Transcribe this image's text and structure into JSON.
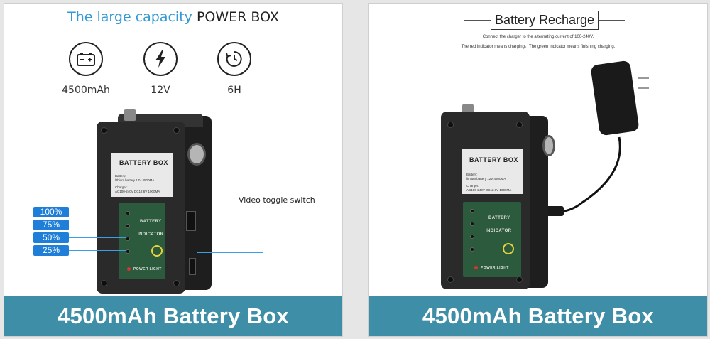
{
  "left_panel": {
    "title_part1": "The large capacity ",
    "title_part2": "POWER BOX",
    "specs": [
      {
        "icon": "battery-icon",
        "label": "4500mAh"
      },
      {
        "icon": "lightning-icon",
        "label": "12V"
      },
      {
        "icon": "timer-icon",
        "label": "6H"
      }
    ],
    "box_label": {
      "title": "BATTERY BOX",
      "battery_line1": "Battery:",
      "battery_line2": "lithium battery 12V 4500MA",
      "charger_line1": "Charger:",
      "charger_line2": "AC100-240V DC12.6V 1000MA",
      "indicator_word1": "BATTERY",
      "indicator_word2": "INDICATOR",
      "power_light": "POWER LIGHT"
    },
    "levels": [
      "100%",
      "75%",
      "50%",
      "25%"
    ],
    "callout": "Video toggle switch",
    "banner": "4500mAh Battery Box"
  },
  "right_panel": {
    "title": "Battery Recharge",
    "line1": "Connect the charger to the alternating current of 100-240V.",
    "line2": "The red indicator means charging。The green indicator means finishing charging.",
    "box_label": {
      "title": "BATTERY BOX",
      "battery_line1": "Battery:",
      "battery_line2": "lithium battery 12V 4500MA",
      "charger_line1": "Charger:",
      "charger_line2": "AC100-240V DC12.6V 1000MA",
      "indicator_word1": "BATTERY",
      "indicator_word2": "INDICATOR",
      "power_light": "POWER LIGHT"
    },
    "banner": "4500mAh Battery Box"
  },
  "colors": {
    "banner": "#3d8ea6",
    "accent_blue": "#3399d6",
    "level_tag": "#1f7fd8"
  }
}
